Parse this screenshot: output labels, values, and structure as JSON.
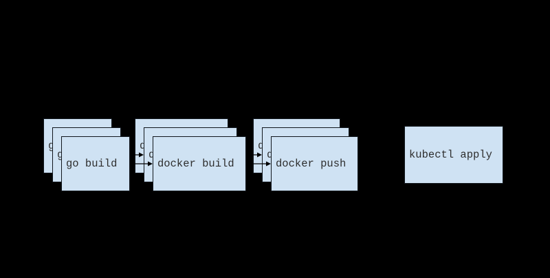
{
  "diagram": {
    "type": "pipeline-flow",
    "stacks": [
      {
        "id": "go-build",
        "label": "go build",
        "copies": 3
      },
      {
        "id": "docker-build",
        "label": "docker build",
        "copies": 3
      },
      {
        "id": "docker-push",
        "label": "docker push",
        "copies": 3
      },
      {
        "id": "kubectl-apply",
        "label": "kubectl apply",
        "copies": 1
      }
    ],
    "edges": [
      {
        "from": "go-build",
        "to": "docker-build",
        "visible_arrowheads": 2
      },
      {
        "from": "docker-build",
        "to": "docker-push",
        "visible_arrowheads": 2
      }
    ],
    "colors": {
      "background": "#000000",
      "node_fill": "#cfe2f3",
      "node_border": "#10161c",
      "label_text": "#2e2e2e",
      "edge": "#000000"
    }
  }
}
